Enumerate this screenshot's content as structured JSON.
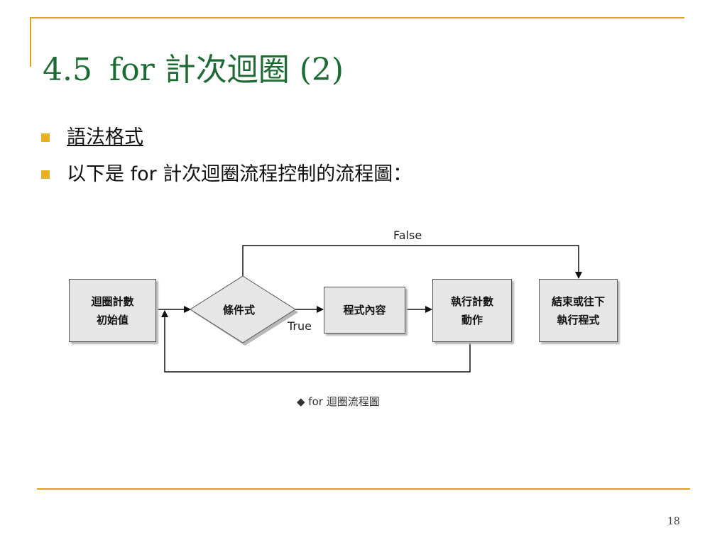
{
  "slide": {
    "title_number": "4.5",
    "title_text": "for 計次迴圈 (2)",
    "bullets": [
      {
        "text": "語法格式",
        "underline": true
      },
      {
        "text": "以下是 for 計次迴圈流程控制的流程圖：",
        "underline": false
      }
    ],
    "page_number": "18",
    "accent_color": "#e0a020",
    "title_color": "#1b6b32"
  },
  "flowchart": {
    "box_init": "迴圈計數\n初始值",
    "diamond_condition": "條件式",
    "box_body": "程式內容",
    "box_update": "執行計數\n動作",
    "box_end": "結束或往下\n執行程式",
    "label_true": "True",
    "label_false": "False",
    "caption": "◆ for  迴圈流程圖"
  }
}
